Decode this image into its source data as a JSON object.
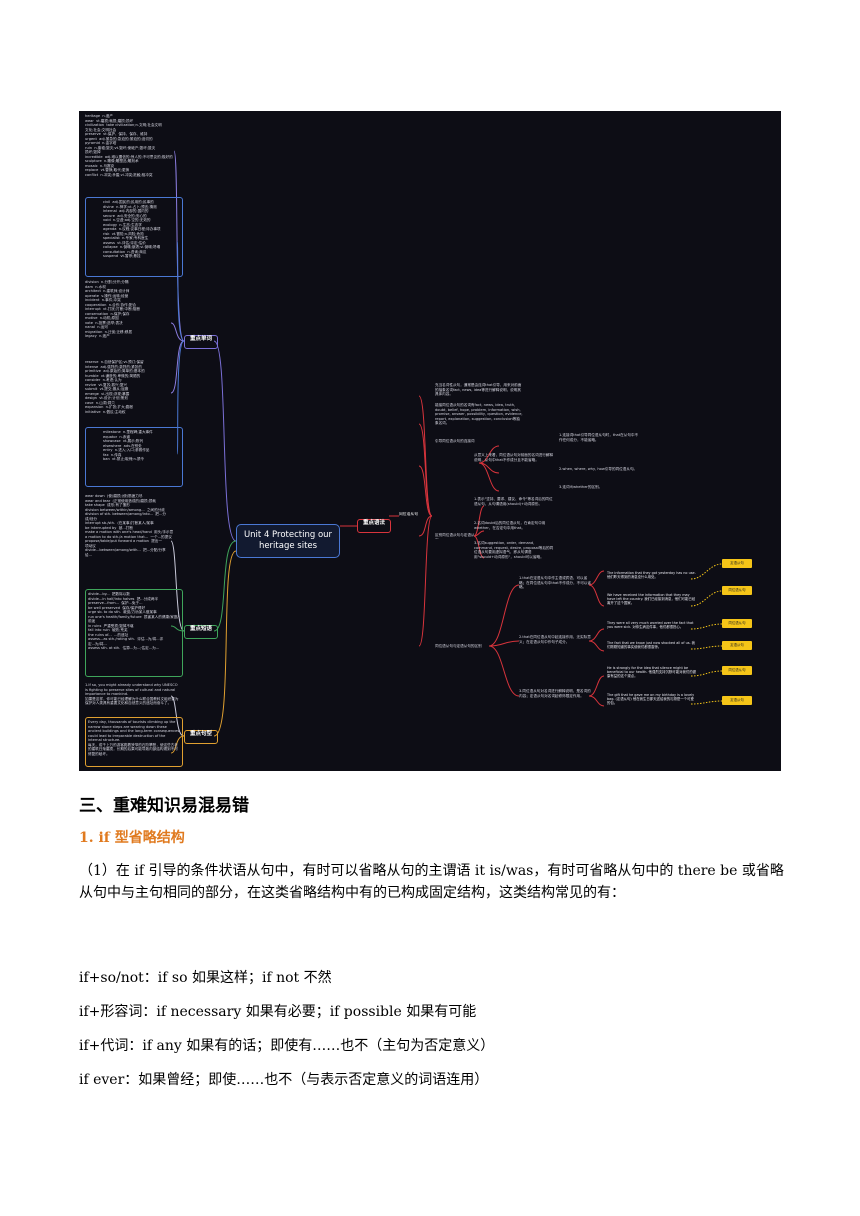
{
  "mindmap": {
    "center": "Unit 4 Protecting our heritage sites",
    "branches": {
      "vocab": "重点单词",
      "grammar": "重点语法",
      "phrases": "重点短语",
      "sentences": "重点句型",
      "grammar_sub": "同位语从句"
    },
    "vocab_group1": "heritage  n.遗产\nwear  vt.磨损;耗损;磨损;损坏\ncivilization  take civilization;n.文明;社会文明\n文化;社会;文明社会\npreserve  vt.保护、保持、保存、维持\nurgent  adj.紧急的;急迫的;紧迫的;迫切的\npyramid  n.金字塔\nruin  n.废墟;毁灭;vt.毁坏;使破产;毁坏;毁灭\n损坏;毁掉\nincredible  adj.难以置信的;惊人的;不可思议的;极好的\nsculpture  n.雕像;雕塑品;雕刻术\nmosaic  n.马赛克\nreplace  vt.替换;取代;更换\nconflict  n.冲突;矛盾;vi.冲突;抵触;相冲突",
    "vocab_group2": "civil  adj.国民的;民用的;民事的\ndivine  n.神学;vt.占卜;预言;猜测\ninternal  adj.内部的;国内的\nsecure  adj.安全的;安心的\nvoid  n.空虚;adj.空的;无效的\necology  n.生态;生态学\nagenda  n.议程;议事日程;待办事项\nrisk  vt.冒险;n.风险;危险\nspecialist  n.专家;专科医生\nassess  vt.评估;评定;估价\ncollapse  n.倒塌;崩溃;vi.倒塌;坍塌\nconsultation  n.咨询;商议\nsuspend  vt.暂停;悬挂",
    "vocab_group3": "division  n.分割;分开;分隔\ndam  n.水坝\narchitect  n.建筑师;设计师\noperate  v.操作;运转;经营\nincident  n.事件;冲突\ncooperation  n.合作;协作;配合\ninterrupt  vt.打扰;打断;中断;阻断\nconservation  n.保护;保存\nmotive  n.动机;原因\nvote  n.投票;选举;表决\nnanal  n.运河\nmigration  n.迁徙;迁移;移居\nlegacy  n.遗产",
    "vocab_group4": "reserve  n.自然保护区;vt.预订;保留\nintense  adj.强烈的;激烈的;紧张的\nprimitive  adj.原始的;简单的;基本的\nhumble  vt.谦逊的;卑微的;简陋的\nconsider  n.考虑;认为\nrevive  vt.复苏;振兴;复兴\nsubmit  vt.提交;服从;屈服\nemerge  vi.出现;浮现;暴露\ndesign  vt.设计;计划;策划\ncave  n.山洞;洞穴\nexpansion  n.扩张;扩大;膨胀\ninitiative  n.倡议;主动权",
    "vocab_group5": "milestone  n.里程碑;重大事件\nequator  n.赤道\nshowcase  vt.展示;陈列\nelsewhere  adv.在别处\nentry  n.进入;入口;参赛作品\nfax  n.传真\nban  vt.禁止;取缔;n.禁令",
    "phrase_group1": "wear down  (使)磨损;(使)筋疲力尽\nwear and tear  (正常使用造成的)磨损;损耗\ntake shape  成形;有了雏形\ndivision between/within/among...  之间的分歧\ndivision of sth. between/among/into...  把...分\n成/划分\ninterrupt sb./sth.  (在某事)打断某人/某事\nbe interrupted by  被...打断\nmake a motion with one's head/hand  用头/手示意\na motion to do sth./a motion that...  一个...的提议\npropose/table/put forward a motion  提出一\n项动议\ndivide...between/among/with...  把...分配/分享\n给...",
    "phrase_group2": "divide...by...  把数除以数\ndivide...in half/into halves  把...分成两半\npreserve...from...  保护...免于...\nbe well preserved  保存/保护得好\nurge sb. to do sth.  敦促/力劝某人做某事\nrun one's health/family/future  损害某人的健康/家庭/前途\nin ruins  严重受损;毁掉不堪\nfall into ruin  破败;荒芜\nthe ruins of...  ...的遗址\nassess...as sth./rating sth.  评估...为/将...评\n定...为/将...\nassess sth. at sth.  估算...为...;估定...为...",
    "sentence_group1": "1.If so, you might already understand why UNESCO is fighting to preserve sites of cultural and natural importance to mankind.\n如果是这样，你可能已经理解为什么联合国教科文组织要为保护对人类具有重要文化和自然意义的遗址而奋斗了。",
    "sentence_group2": "Every day, thousands of tourists climbing up the narrow stone steps are wearing down these ancient buildings and the long-term consequences could lead to irreparable destruction of the internal structure.\n每天，成千上万的游客爬着狭窄的石阶攀登，使这些古老的建筑日渐磨损，长期的后果可能导致内部结构遭到不可修复的破坏。",
    "grammar_boxes": [
      "充当名词性从句，通常是由连词that引导，用来对前面的抽象名词fact, news, idea等进行解释说明，说明其具体内容。",
      "能接同位语从句的名词有fact, news, idea, truth, doubt, belief, hope, problem, information, wish, promise, answer, possibility, question, evidence, report, explanation, suggestion, conclusion等抽象名词。",
      "引导同位语从句的连接词",
      "区别同位语从句与定语从句",
      "同位语从句与定语从句的区别"
    ],
    "grammar_details": [
      "从意义上来看，同位语从句对前面的名词进行解释说明，从句中that不作成分且不能省略。",
      "1.连接词that引导同位语从句时，that在从句中不作任何成分，不能省略。",
      "2.when, where, why, how引导的同位语从句。",
      "3.连词if/whether的区别。"
    ],
    "grammar_rules": [
      "1.表示\"坚持、要求、建议、命令\"等名词后的同位语从句，从句谓语用(should)+动词原形。",
      "2.名词doubt后的同位语从句，在肯定句中用whether，在否定句中用that。",
      "3.名词suggestion, order, demand, command, request, desire, proposal等后的同位语从句要用虚拟语气，即从句谓语用\"should+动词原形\"，should可以省略。"
    ],
    "distinction_notes": [
      "1.that在定语从句中作主语或宾语，可以省略；在同位语从句中that不作成分，不可以省略。",
      "2.that在同位语从句中起连接作用，无实际意义；在定语从句中作句子成分。",
      "3.同位语从句对名词进行解释说明，是名词的内容；定语从句对名词起修饰限定作用。"
    ],
    "examples": [
      {
        "text": "The information that they got yesterday has no use.\n他们昨天得到的消息没什么用处。",
        "tag": "定语从句"
      },
      {
        "text": "We have received the information that they may have left the country.\n我们已经接到消息，他们可能已经离开了这个国家。",
        "tag": "同位语从句"
      },
      {
        "text": "They were all very much worried over the fact that you were sick.\n对你生病这件事，他们都很担心。",
        "tag": "同位语从句"
      },
      {
        "text": "The fact that we know just now shocked all of us.\n我们刚刚知道的事实使我们都很震惊。",
        "tag": "定语从句"
      },
      {
        "text": "He is strongly for the idea that silence might be beneficial to our health.\n他强烈支持沉默可能对我们的健康有益的这个观点。",
        "tag": "同位语从句"
      },
      {
        "text": "The gift that he gave me on my birthday is a lovely bag.  (定语从句)\n他在我生日那天送给我的礼物是一个可爱的包。",
        "tag": "定语从句"
      }
    ]
  },
  "heading": "三、重难知识易混易错",
  "subheading": "1. if 型省略结构",
  "paragraph": "（1）在 if 引导的条件状语从句中，有时可以省略从句的主谓语 it is/was，有时可省略从句中的 there be 或省略从句中与主句相同的部分，在这类省略结构中有的已构成固定结构，这类结构常见的有：",
  "lines": [
    "if+so/not：if so 如果这样；if not 不然",
    "if+形容词：if necessary  如果有必要；if possible  如果有可能",
    "if+代词：if any 如果有的话；即使有……也不（主句为否定意义）",
    "if ever：如果曾经；即使……也不（与表示否定意义的词语连用）"
  ]
}
